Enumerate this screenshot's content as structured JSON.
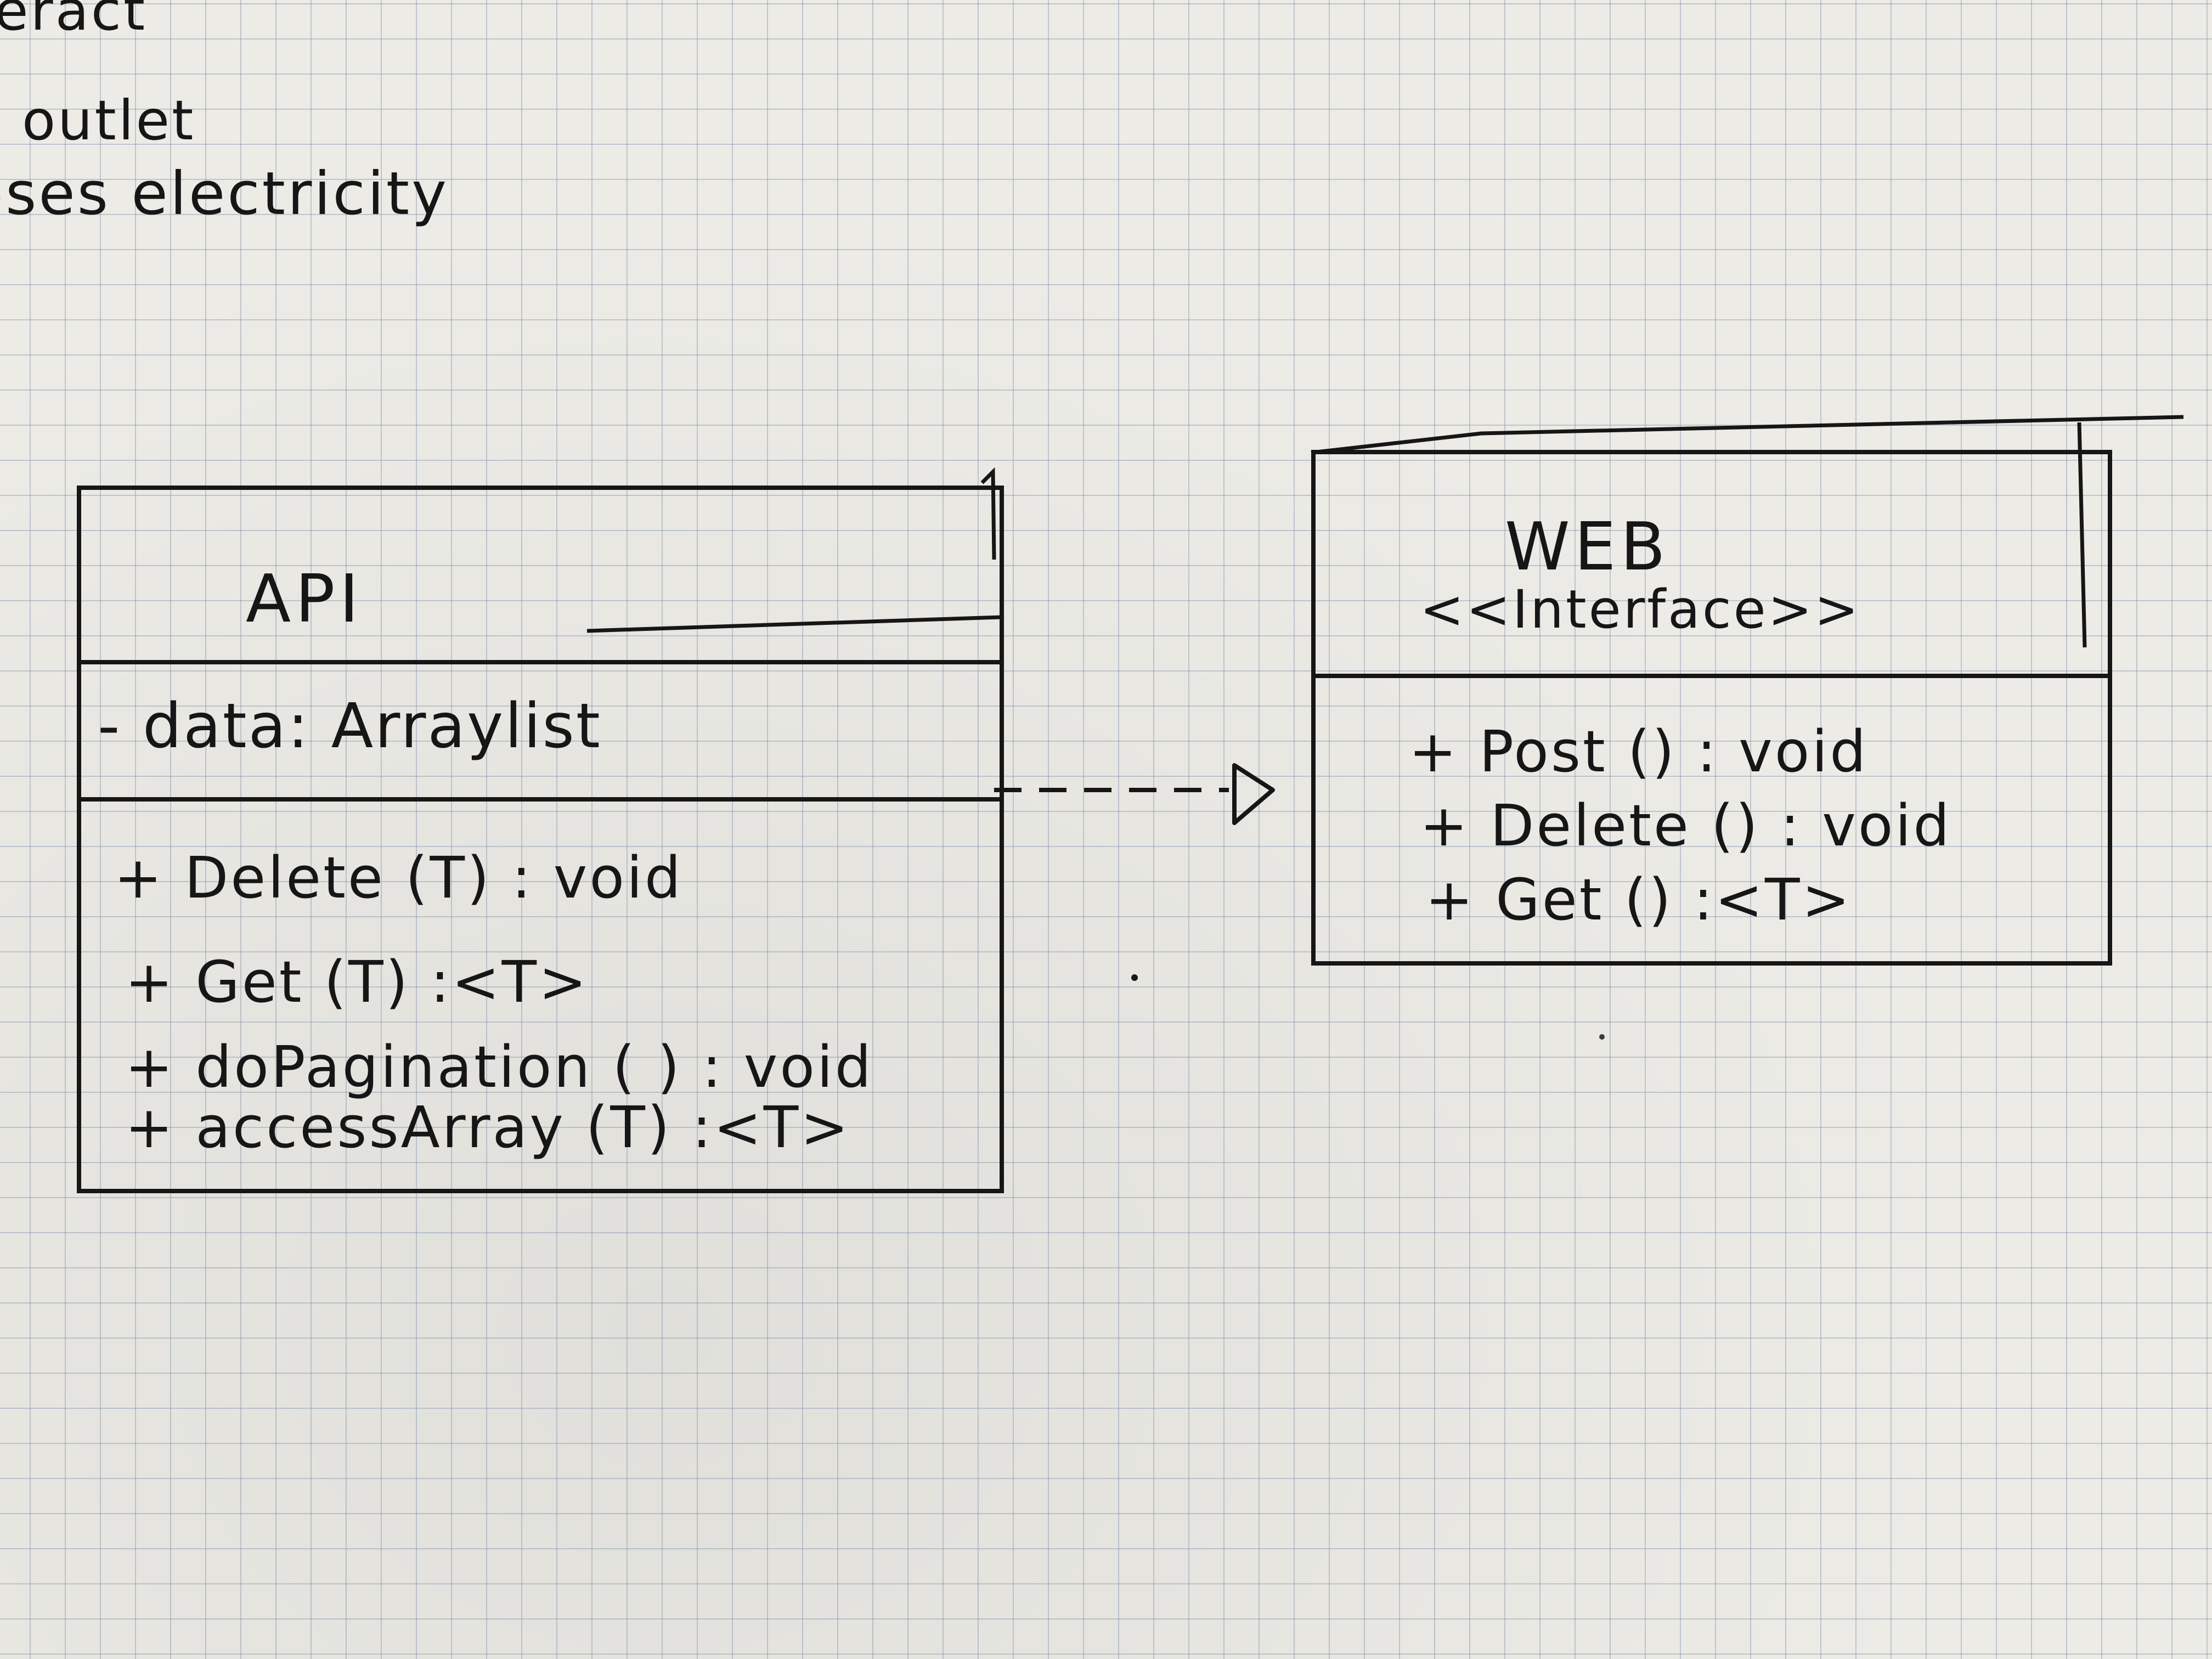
{
  "notes": {
    "line1": "eract",
    "line2": "outlet",
    "line3": "oses electricity"
  },
  "api_class": {
    "name": "API",
    "attributes": [
      "- data: Arraylist"
    ],
    "methods": [
      "+ Delete (T) : void",
      "+ Get (T) :<T>",
      "+ doPagination ( ) : void",
      "+ accessArray (T) :<T>"
    ]
  },
  "web_interface": {
    "name": "WEB",
    "stereotype": "<<Interface>>",
    "methods": [
      "+ Post () : void",
      "+ Delete () : void",
      "+ Get () :<T>"
    ]
  },
  "relationship": {
    "type": "realization",
    "style": "dashed-arrow-open-triangle"
  },
  "colors": {
    "paper": "#ecebe6",
    "grid": "#788ca5",
    "ink": "#161616"
  }
}
